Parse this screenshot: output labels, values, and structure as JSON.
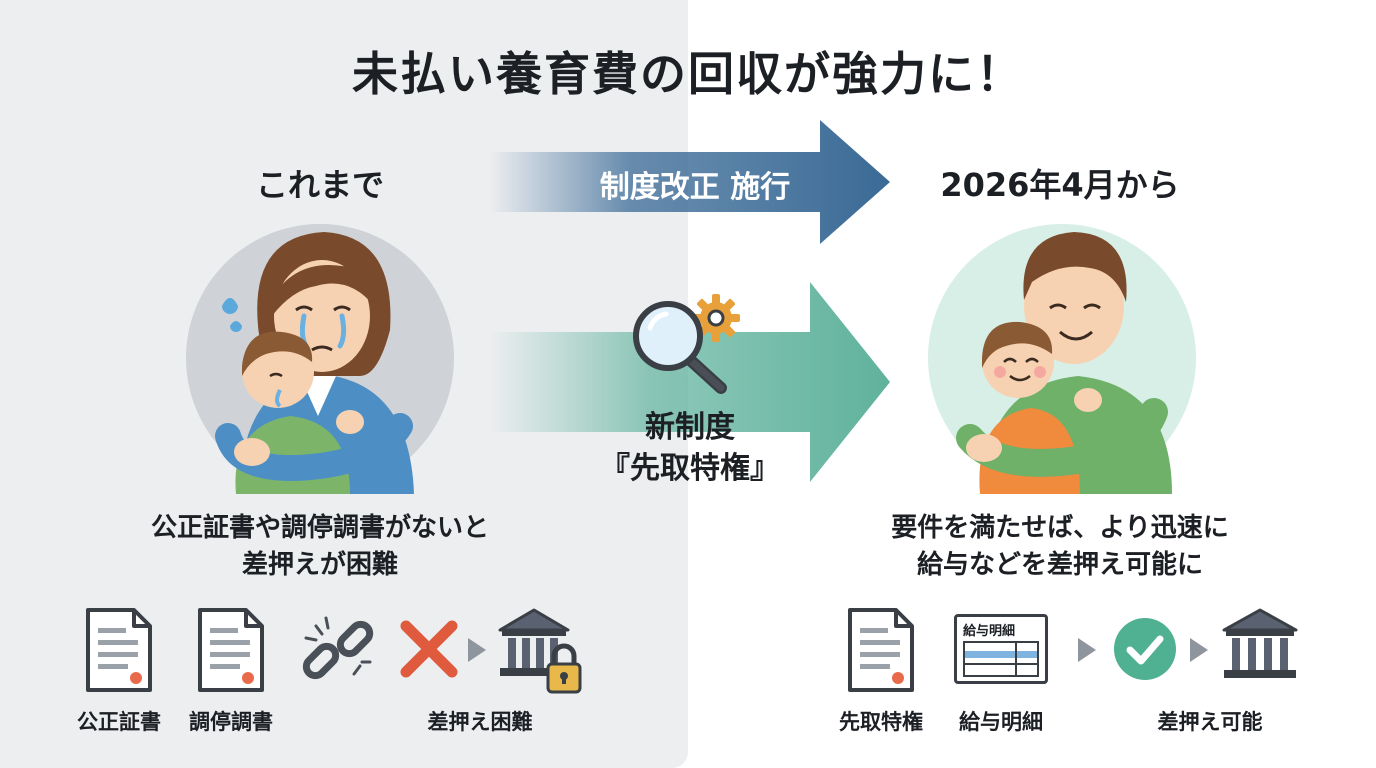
{
  "title": "未払い養育費の回収が強力に！",
  "before": {
    "heading": "これまで",
    "caption_line1": "公正証書や調停調書がないと",
    "caption_line2": "差押えが困難",
    "docs": [
      "公正証書",
      "調停調書"
    ],
    "result_label": "差押え困難"
  },
  "reform": {
    "label": "制度改正 施行",
    "new_system_line1": "新制度",
    "new_system_line2": "『先取特権』"
  },
  "after": {
    "heading": "2026年4月から",
    "caption_line1": "要件を満たせば、より迅速に",
    "caption_line2": "給与などを差押え可能に",
    "docs": [
      "先取特権",
      "給与明細"
    ],
    "payslip_header": "給与明細",
    "result_label": "差押え可能"
  },
  "colors": {
    "left_bg": "#eceef0",
    "reform_arrow": "#3a6a96",
    "new_system_arrow": "#5fb29c",
    "cross": "#e05a3e",
    "check": "#4fb092",
    "lock": "#e8b84a"
  }
}
